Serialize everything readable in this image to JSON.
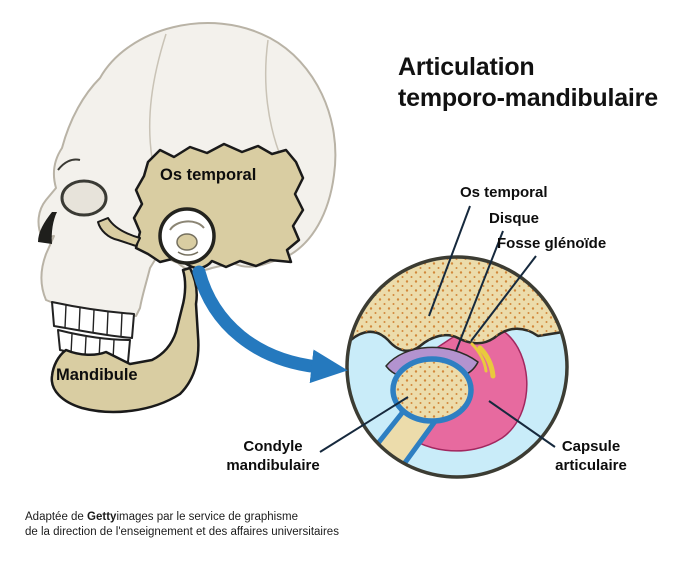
{
  "title": {
    "line1": "Articulation",
    "line2": "temporo-mandibulaire"
  },
  "skull": {
    "temporal_label": "Os temporal",
    "mandible_label": "Mandibule"
  },
  "inset": {
    "labels": {
      "os_temporal": "Os temporal",
      "disque": "Disque",
      "fosse_glenoide": "Fosse glénoïde",
      "condyle_line1": "Condyle",
      "condyle_line2": "mandibulaire",
      "capsule_line1": "Capsule",
      "capsule_line2": "articulaire"
    }
  },
  "credit": {
    "line1_prefix": "Adaptée de ",
    "line1_bold": "Getty",
    "line1_suffix": "images par le service de graphisme",
    "line2": "de la direction de l'enseignement et des affaires universitaires"
  },
  "colors": {
    "bone_tan": "#d9cda2",
    "inset_bone": "#ecdcab",
    "speckle_orange": "#cf7f2e",
    "arrow_blue": "#2579be",
    "cartilage_blue": "#2e7fc2",
    "disc_purple": "#b393cf",
    "capsule_pink": "#e76a9f",
    "tissue_blue": "#c9ecf9",
    "ligament_yellow": "#e9c93e",
    "skull_gray": "#f3f1ec",
    "outline_dark": "#1a1a1a",
    "leader_line": "#16293d"
  }
}
